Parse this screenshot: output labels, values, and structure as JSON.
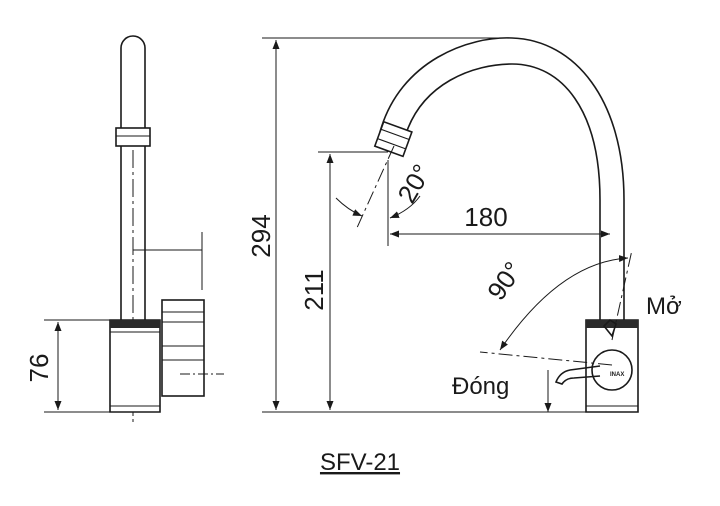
{
  "dimensions": {
    "total_height": "294",
    "spout_height": "211",
    "reach": "180",
    "base_height": "76",
    "spout_angle": "20°",
    "handle_angle": "90°"
  },
  "labels": {
    "open": "Mở",
    "close": "Đóng"
  },
  "model": "SFV-21",
  "colors": {
    "line": "#1a1a1a",
    "background": "#ffffff"
  }
}
